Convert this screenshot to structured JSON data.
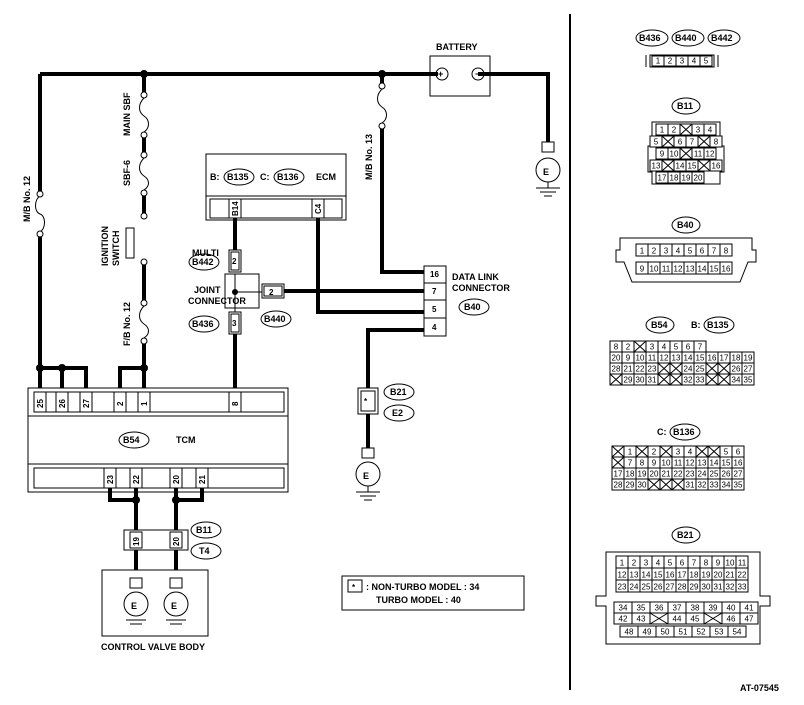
{
  "labels": {
    "battery": "BATTERY",
    "main_sbf": "MAIN SBF",
    "sbf6": "SBF-6",
    "ignition_switch": [
      "IGNITION",
      "SWITCH"
    ],
    "fb12": "F/B No. 12",
    "mb12": "M/B No. 12",
    "mb13": "M/B No. 13",
    "ecm": "ECM",
    "ecm_b_prefix": "B:",
    "ecm_c_prefix": "C:",
    "multi_joint": [
      "MULTI",
      "JOINT",
      "CONNECTOR"
    ],
    "data_link": [
      "DATA LINK",
      "CONNECTOR"
    ],
    "tcm": "TCM",
    "control_valve_body": "CONTROL VALVE BODY",
    "e2": "E2",
    "t4": "T4",
    "ground": "E",
    "legend_star": "*",
    "legend_lines": [
      ": NON-TURBO MODEL  : 34",
      "TURBO MODEL  : 40"
    ],
    "figure_id": "AT-07545"
  },
  "connector_tags": {
    "b135": "B135",
    "b136": "B136",
    "b442": "B442",
    "b436": "B436",
    "b440": "B440",
    "b40": "B40",
    "b21": "B21",
    "b54": "B54",
    "b11": "B11"
  },
  "pins": {
    "ecm_b14": "B14",
    "ecm_c4": "C4",
    "b442_pin": "2",
    "b436_pin": "3",
    "b440_pin": "2",
    "dlc": [
      "16",
      "7",
      "5",
      "4"
    ],
    "b21_pin": "*",
    "tcm_top": [
      "25",
      "26",
      "27",
      "2",
      "1",
      "8"
    ],
    "tcm_bottom": [
      "23",
      "22",
      "20",
      "21"
    ],
    "b11_pins": [
      "19",
      "20"
    ]
  },
  "views": {
    "top_tags": [
      "B436",
      "B440",
      "B442"
    ],
    "top_pins": [
      "1",
      "2",
      "3",
      "4",
      "5"
    ],
    "b11_title": "B11",
    "b11_rows": [
      [
        "1",
        "2",
        "",
        "3",
        "4"
      ],
      [
        "5",
        "",
        "6",
        "7",
        "",
        "8"
      ],
      [
        "9",
        "10",
        "",
        "11",
        "12"
      ],
      [
        "13",
        "",
        "14",
        "15",
        "",
        "16"
      ],
      [
        "17",
        "18",
        "19",
        "20"
      ]
    ],
    "b40_title": "B40",
    "b40_rows": [
      [
        "1",
        "2",
        "3",
        "4",
        "5",
        "6",
        "7",
        "8"
      ],
      [
        "9",
        "10",
        "11",
        "12",
        "13",
        "14",
        "15",
        "16"
      ]
    ],
    "b54_title": "B54",
    "b135_prefix": "B:",
    "b135_title": "B135",
    "b54_rows": [
      [
        "8",
        "2",
        "",
        "3",
        "4",
        "5",
        "6",
        "7"
      ],
      [
        "20",
        "9",
        "10",
        "11",
        "12",
        "13",
        "14",
        "15",
        "16",
        "17",
        "18",
        "19"
      ],
      [
        "28",
        "21",
        "22",
        "23",
        "",
        "",
        "24",
        "25",
        "",
        "",
        "26",
        "27"
      ],
      [
        "",
        "29",
        "30",
        "31",
        "",
        "",
        "32",
        "33",
        "",
        "",
        "34",
        "35"
      ]
    ],
    "b136_prefix": "C:",
    "b136_title": "B136",
    "b136_rows": [
      [
        "",
        "1",
        "",
        "2",
        "",
        "3",
        "4",
        "",
        "",
        "5",
        "6"
      ],
      [
        "",
        "7",
        "8",
        "9",
        "10",
        "11",
        "12",
        "13",
        "14",
        "15",
        "16"
      ],
      [
        "17",
        "18",
        "19",
        "20",
        "21",
        "22",
        "23",
        "24",
        "25",
        "26",
        "27"
      ],
      [
        "28",
        "29",
        "30",
        "",
        "",
        "",
        "31",
        "32",
        "33",
        "34",
        "35"
      ]
    ],
    "b21_title": "B21",
    "b21_top_rows": [
      [
        "1",
        "2",
        "3",
        "4",
        "5",
        "6",
        "7",
        "8",
        "9",
        "10",
        "11"
      ],
      [
        "12",
        "13",
        "14",
        "15",
        "16",
        "17",
        "18",
        "19",
        "20",
        "21",
        "22"
      ],
      [
        "23",
        "24",
        "25",
        "26",
        "27",
        "28",
        "29",
        "30",
        "31",
        "32",
        "33"
      ]
    ],
    "b21_bottom_rows": [
      [
        "34",
        "35",
        "36",
        "37",
        "38",
        "39",
        "40",
        "41"
      ],
      [
        "42",
        "43",
        "",
        "44",
        "45",
        "",
        "46",
        "47"
      ],
      [
        "48",
        "49",
        "50",
        "51",
        "52",
        "53",
        "54"
      ]
    ]
  }
}
